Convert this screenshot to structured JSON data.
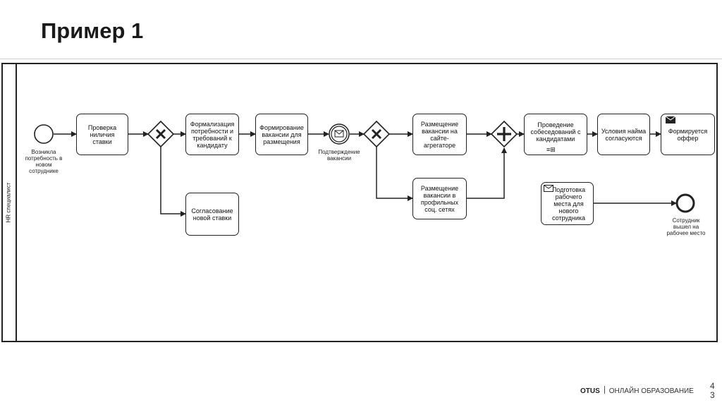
{
  "slide": {
    "title": "Пример 1"
  },
  "lane": {
    "label": "HR специалист"
  },
  "events": {
    "start": "Возникла потребность в новом сотруднике",
    "intermediate": "Подтверждение вакансии",
    "end": "Сотрудник вышел на рабочее место"
  },
  "tasks": {
    "check_rate": "Проверка ниличия ставки",
    "agree_rate": "Согласование новой ставки",
    "formalize": "Формализация потребности и требований к кандидату",
    "form_vacancy": "Формирование вакансии для размещения",
    "post_aggregator": "Размещение вакансии на сайте-агрегаторе",
    "post_social": "Размещение вакансии в профильных соц. сетях",
    "interviews": "Проведение собеседований с кандидатами",
    "terms_agreed": "Условия найма согласуются",
    "offer": "Формируется оффер",
    "workplace": "Подготовка рабочего места для нового сотрудника"
  },
  "subprocess_marker": "≡⊞",
  "footer": {
    "brand": "OTUS",
    "tagline": "ОНЛАЙН ОБРАЗОВАНИЕ",
    "page_a": "4",
    "page_b": "3"
  }
}
